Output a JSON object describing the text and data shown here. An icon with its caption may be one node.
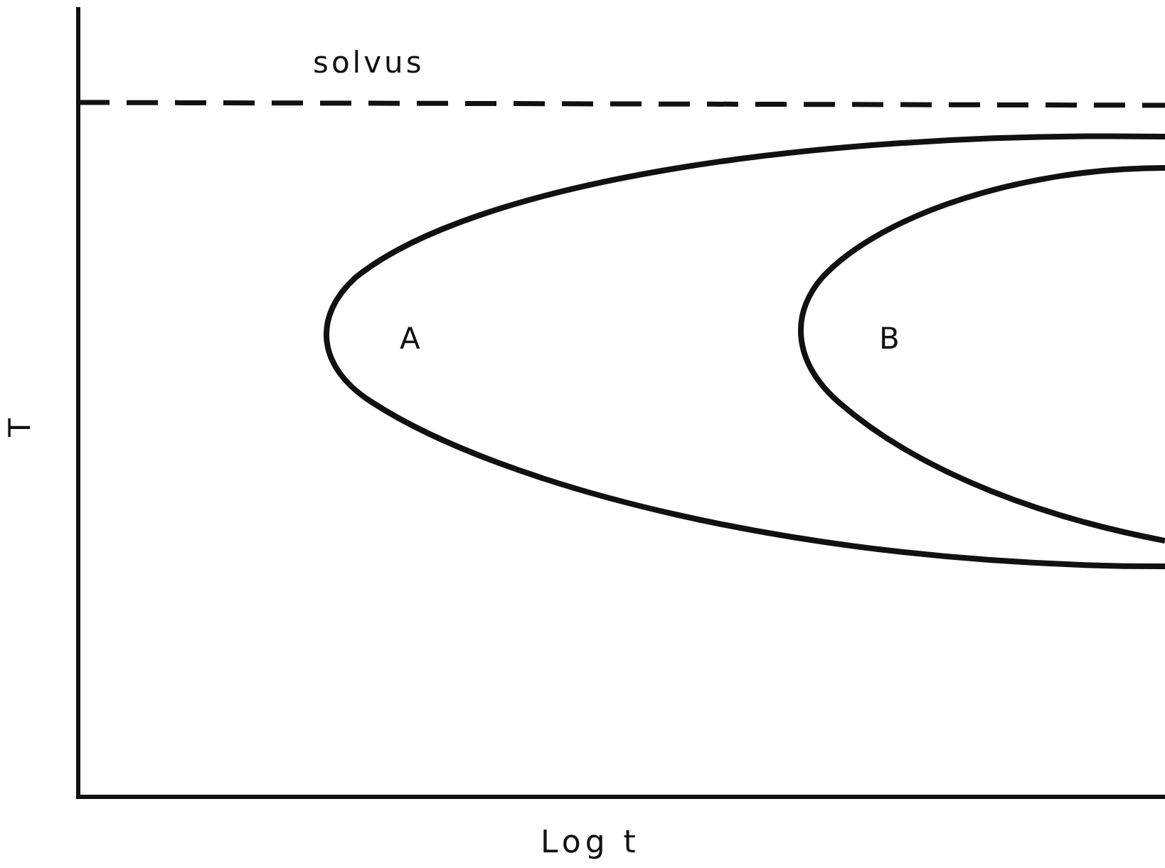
{
  "diagram": {
    "labels": [
      "solvus",
      "A",
      "B",
      "T",
      "Log t"
    ]
  }
}
